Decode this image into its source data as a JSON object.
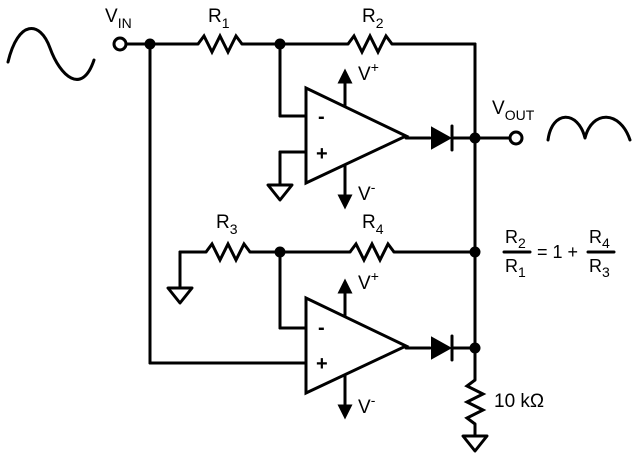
{
  "labels": {
    "vin": "V",
    "vin_sub": "IN",
    "vout": "V",
    "vout_sub": "OUT",
    "r1": "R",
    "r1_sub": "1",
    "r2": "R",
    "r2_sub": "2",
    "r3": "R",
    "r3_sub": "3",
    "r4": "R",
    "r4_sub": "4",
    "load": "10 kΩ"
  },
  "opamp_top": {
    "inv": "-",
    "noninv": "+",
    "vpos": "V",
    "vpos_sup": "+",
    "vneg": "V",
    "vneg_sup": "-"
  },
  "opamp_bottom": {
    "inv": "-",
    "noninv": "+",
    "vpos": "V",
    "vpos_sup": "+",
    "vneg": "V",
    "vneg_sup": "-"
  },
  "equation": {
    "lhs_num": "R",
    "lhs_num_sub": "2",
    "lhs_den": "R",
    "lhs_den_sub": "1",
    "equals_one_plus": "= 1 +",
    "rhs_num": "R",
    "rhs_num_sub": "4",
    "rhs_den": "R",
    "rhs_den_sub": "3"
  }
}
